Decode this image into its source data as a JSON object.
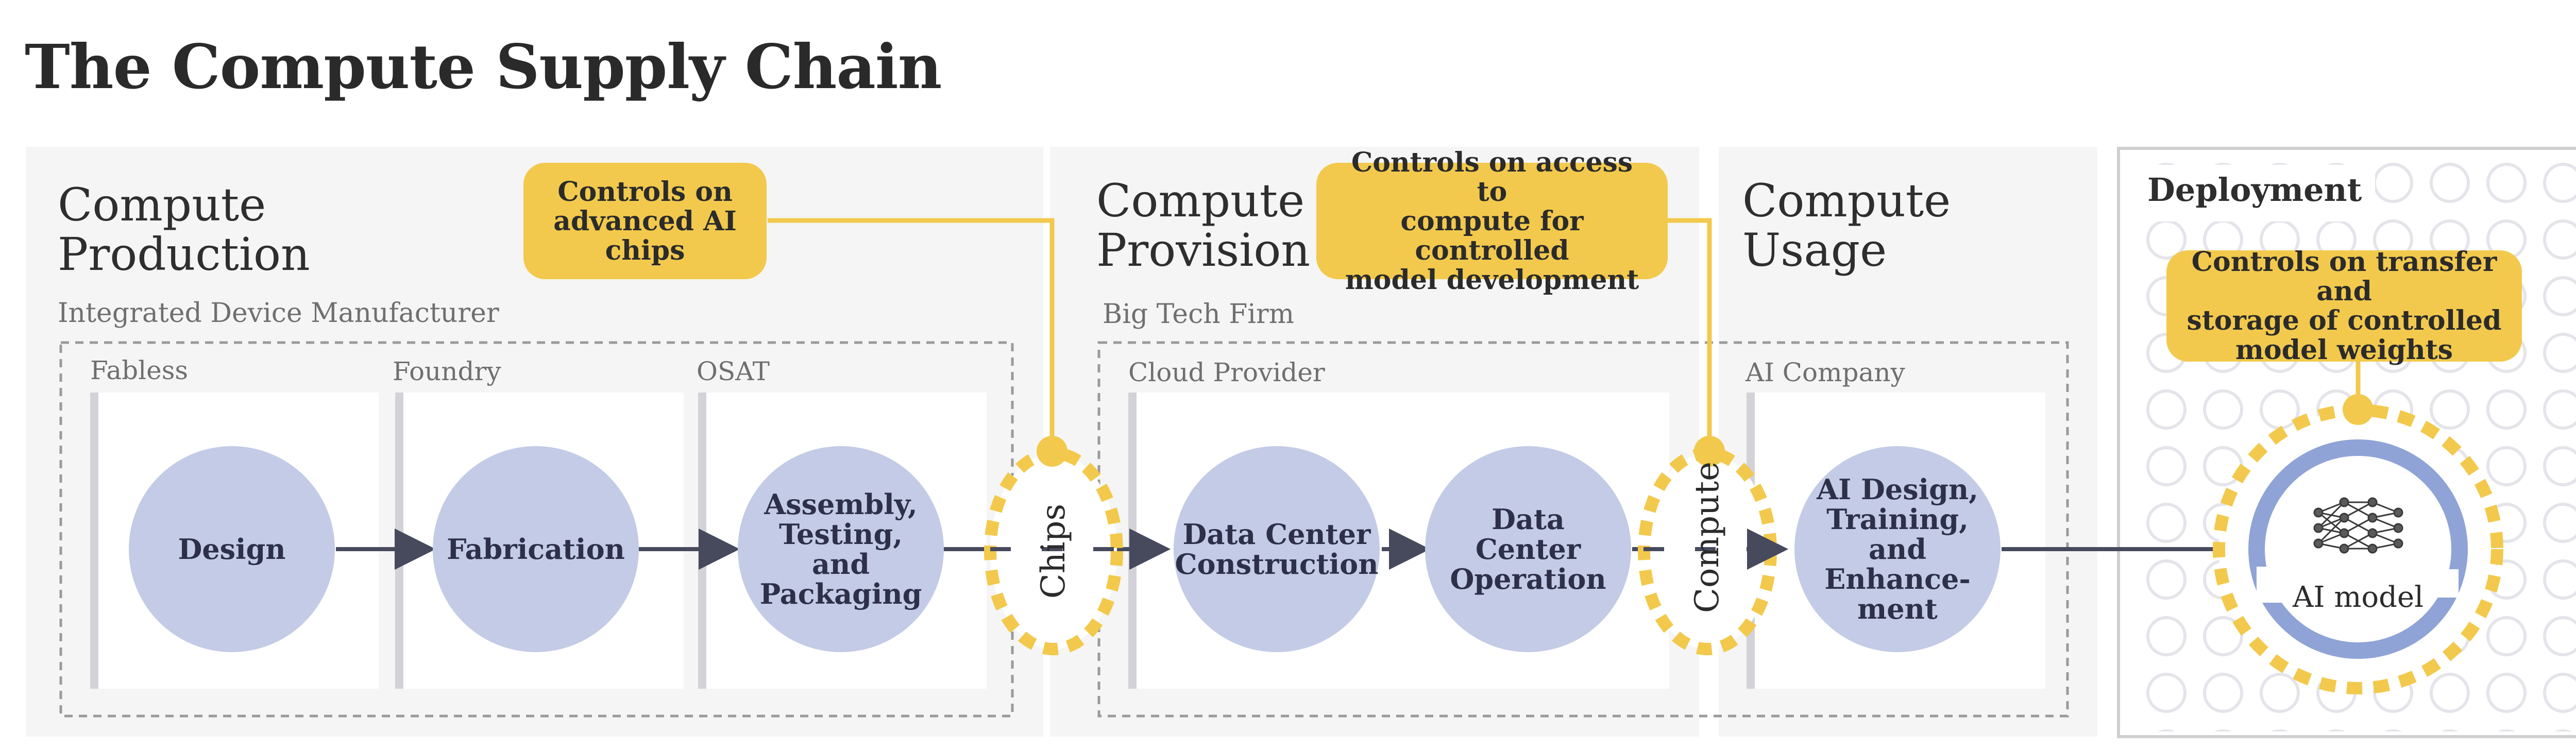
{
  "title": "The Compute Supply Chain",
  "panels": {
    "production": "Compute\nProduction",
    "provision": "Compute\nProvision",
    "usage": "Compute\nUsage",
    "deployment": "Deployment"
  },
  "groups": {
    "idm": "Integrated Device Manufacturer",
    "big_tech": "Big Tech Firm"
  },
  "actors": {
    "fabless": "Fabless",
    "foundry": "Foundry",
    "osat": "OSAT",
    "cloud_provider": "Cloud Provider",
    "ai_company": "AI Company"
  },
  "nodes": {
    "design": "Design",
    "fabrication": "Fabrication",
    "assembly": "Assembly,\nTesting, and\nPackaging",
    "dc_construction": "Data Center\nConstruction",
    "dc_operation": "Data Center\nOperation",
    "ai_design": "AI Design,\nTraining, and\nEnhance-\nment"
  },
  "flows": {
    "chips": "Chips",
    "compute": "Compute"
  },
  "controls": {
    "chips_control": "Controls on\nadvanced AI\nchips",
    "compute_control": "Controls on access to\ncompute for controlled\nmodel development",
    "weights_control": "Controls on transfer and\nstorage of controlled\nmodel weights"
  },
  "model": {
    "label": "AI model",
    "icon": "neural-network-icon"
  },
  "colors": {
    "panel_bg": "#f5f5f5",
    "node_fill": "#c3cbe6",
    "node_text": "#2d3048",
    "control_yellow": "#f2c94c",
    "arrow": "#474a5c",
    "dashed_border": "#9a9a9a",
    "model_ring": "#8fa3d6"
  }
}
